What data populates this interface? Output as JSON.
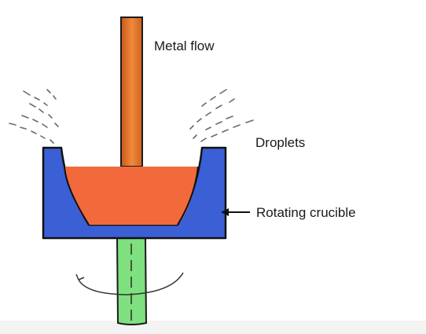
{
  "diagram": {
    "labels": {
      "metal_flow": "Metal flow",
      "droplets": "Droplets",
      "rotating_crucible": "Rotating crucible"
    },
    "colors": {
      "metal_stream": "#e8762e",
      "molten_metal": "#f26a3c",
      "crucible": "#3b5fd4",
      "shaft": "#7ee07e",
      "outline": "#1b1b1b",
      "droplet": "#6a6a6a"
    }
  }
}
